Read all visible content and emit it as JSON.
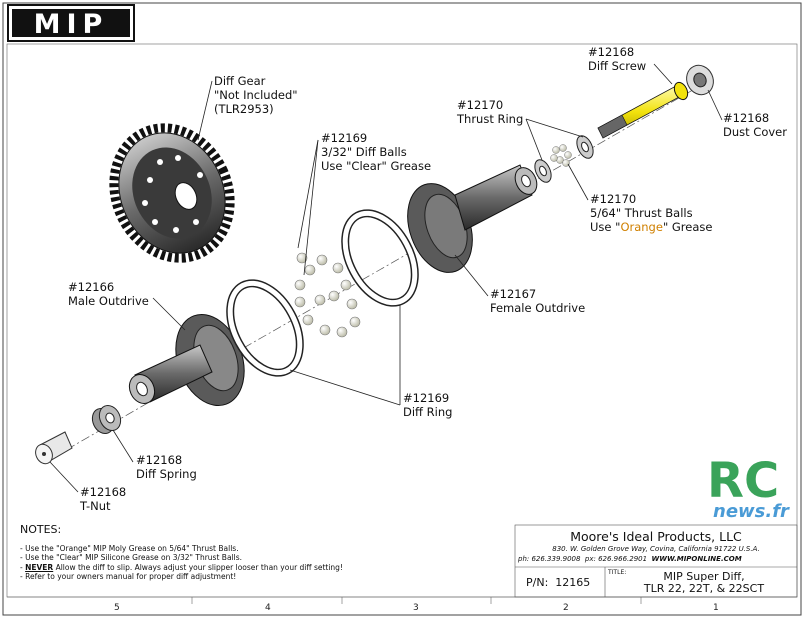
{
  "brand": {
    "logo_text": "MIP"
  },
  "watermark": {
    "line1": "RC",
    "line2": "news.fr"
  },
  "callouts": {
    "diff_gear": [
      "Diff Gear",
      "\"Not Included\"",
      "(TLR2953)"
    ],
    "diff_screw": [
      "#12168",
      "Diff Screw"
    ],
    "dust_cover": [
      "#12168",
      "Dust Cover"
    ],
    "thrust_ring": [
      "#12170",
      "Thrust Ring"
    ],
    "diff_balls": [
      "#12169",
      "3/32\" Diff Balls",
      "Use \"Clear\" Grease"
    ],
    "thrust_balls": {
      "l1": "#12170",
      "l2": "5/64\" Thrust Balls",
      "l3_pre": "Use \"",
      "l3_hl": "Orange",
      "l3_post": "\" Grease"
    },
    "male_outdrive": [
      "#12166",
      "Male Outdrive"
    ],
    "female_outdrive": [
      "#12167",
      "Female Outdrive"
    ],
    "diff_ring": [
      "#12169",
      "Diff Ring"
    ],
    "diff_spring": [
      "#12168",
      "Diff Spring"
    ],
    "t_nut": [
      "#12168",
      "T-Nut"
    ]
  },
  "notes": {
    "heading": "NOTES:",
    "l1": "- Use the \"Orange\" MIP Moly Grease on 5/64\" Thrust Balls.",
    "l2": "- Use the \"Clear\" MIP Silicone Grease on 3/32\" Thrust Balls.",
    "l3_pre": "- ",
    "l3_em": "NEVER",
    "l3_post": " Allow the diff to slip. Always adjust your slipper looser than your diff setting!",
    "l4": "- Refer to your owners manual for proper diff adjustment!"
  },
  "title_block": {
    "company": "Moore's Ideal Products, LLC",
    "address": "830. W. Golden Grove Way, Covina, California 91722 U.S.A.",
    "phone": "ph: 626.339.9008",
    "fax": "px: 626.966.2901",
    "web": "WWW.MIPONLINE.COM",
    "pn_label": "P/N:",
    "pn": "12165",
    "title_label": "TITLE:",
    "title_l1": "MIP Super Diff,",
    "title_l2": "TLR 22, 22T, & 22SCT"
  },
  "zones": [
    "5",
    "4",
    "3",
    "2",
    "1"
  ],
  "colors": {
    "screw": "#f2e20c",
    "orange": "#d08000",
    "watermark_green": "#3aa35a",
    "watermark_blue": "#4a9bd6"
  }
}
